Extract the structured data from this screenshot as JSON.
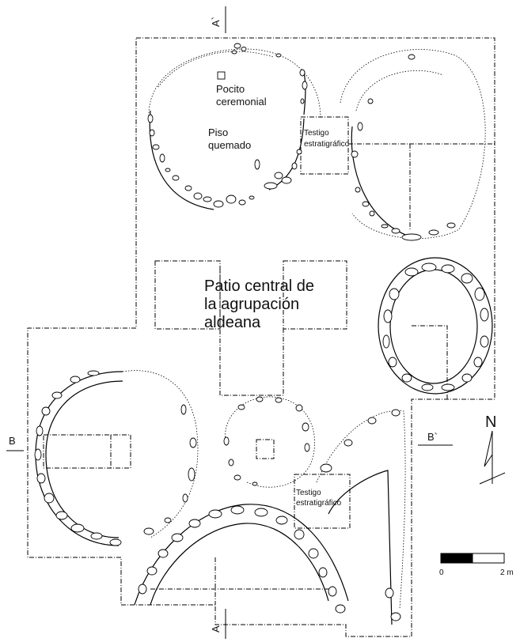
{
  "labels": {
    "pocito": [
      "Pocito",
      "ceremonial"
    ],
    "piso": [
      "Piso",
      "quemado"
    ],
    "testigo_top": [
      "Testigo",
      "estratigráfico"
    ],
    "testigo_bottom": [
      "Testigo",
      "estratigráfico"
    ],
    "patio": [
      "Patio central de",
      "la agrupación",
      "aldeana"
    ]
  },
  "section_marks": {
    "a_top": "A`",
    "a_bottom": "A",
    "b_left": "B",
    "b_right": "B`"
  },
  "north": "N",
  "scale": {
    "start": "0",
    "end": "2 m"
  }
}
